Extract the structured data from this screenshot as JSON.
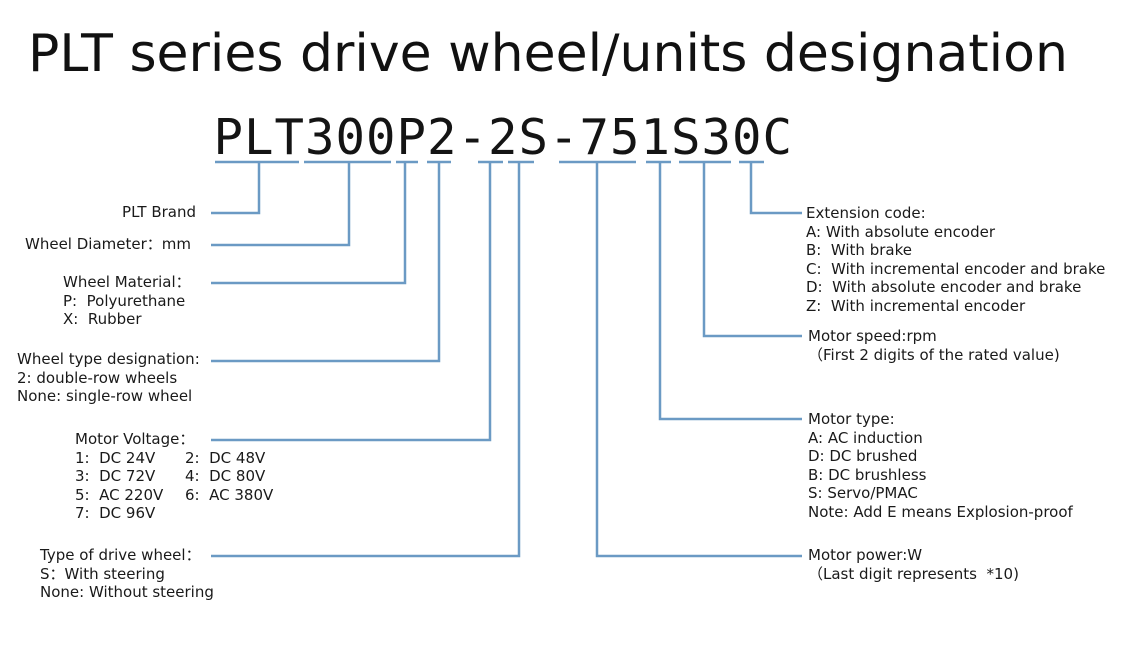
{
  "title": "PLT series drive wheel/units designation",
  "code": [
    "P",
    "L",
    "T",
    "3",
    "0",
    "0",
    "P",
    "2",
    "-",
    "2",
    "S",
    "-",
    "7",
    "5",
    "1",
    "S",
    "3",
    "0",
    "C"
  ],
  "left": {
    "brand": {
      "title": "PLT Brand"
    },
    "diameter": {
      "title": "Wheel Diameter：mm"
    },
    "material": {
      "title": "Wheel Material：",
      "items": [
        "P:  Polyurethane",
        "X:  Rubber"
      ]
    },
    "wheel_type": {
      "title": "Wheel type designation:",
      "items": [
        "2: double-row wheels",
        "None: single-row wheel"
      ]
    },
    "voltage": {
      "title": "Motor Voltage：",
      "rows": [
        [
          "1:  DC 24V",
          "2:  DC 48V"
        ],
        [
          "3:  DC 72V",
          "4:  DC 80V"
        ],
        [
          "5:  AC 220V",
          "6:  AC 380V"
        ],
        [
          "7:  DC 96V",
          ""
        ]
      ]
    },
    "drive": {
      "title": "Type of drive wheel：",
      "items": [
        "S：With steering",
        "None: Without steering"
      ]
    }
  },
  "right": {
    "extension": {
      "title": "Extension code:",
      "items": [
        "A: With absolute encoder",
        "B:  With brake",
        "C:  With incremental encoder and brake",
        "D:  With absolute encoder and brake",
        "Z:  With incremental encoder"
      ]
    },
    "speed": {
      "title": "Motor speed:rpm",
      "note": "（First 2 digits of the rated value)"
    },
    "motor_type": {
      "title": "Motor type:",
      "items": [
        "A: AC induction",
        "D: DC brushed",
        "B: DC brushless",
        "S: Servo/PMAC",
        "Note: Add E means Explosion-proof"
      ]
    },
    "power": {
      "title": "Motor power:W",
      "note": "（Last digit represents  *10)"
    }
  },
  "colors": {
    "line": "#6b9ac4",
    "text": "#1a1a1a"
  }
}
